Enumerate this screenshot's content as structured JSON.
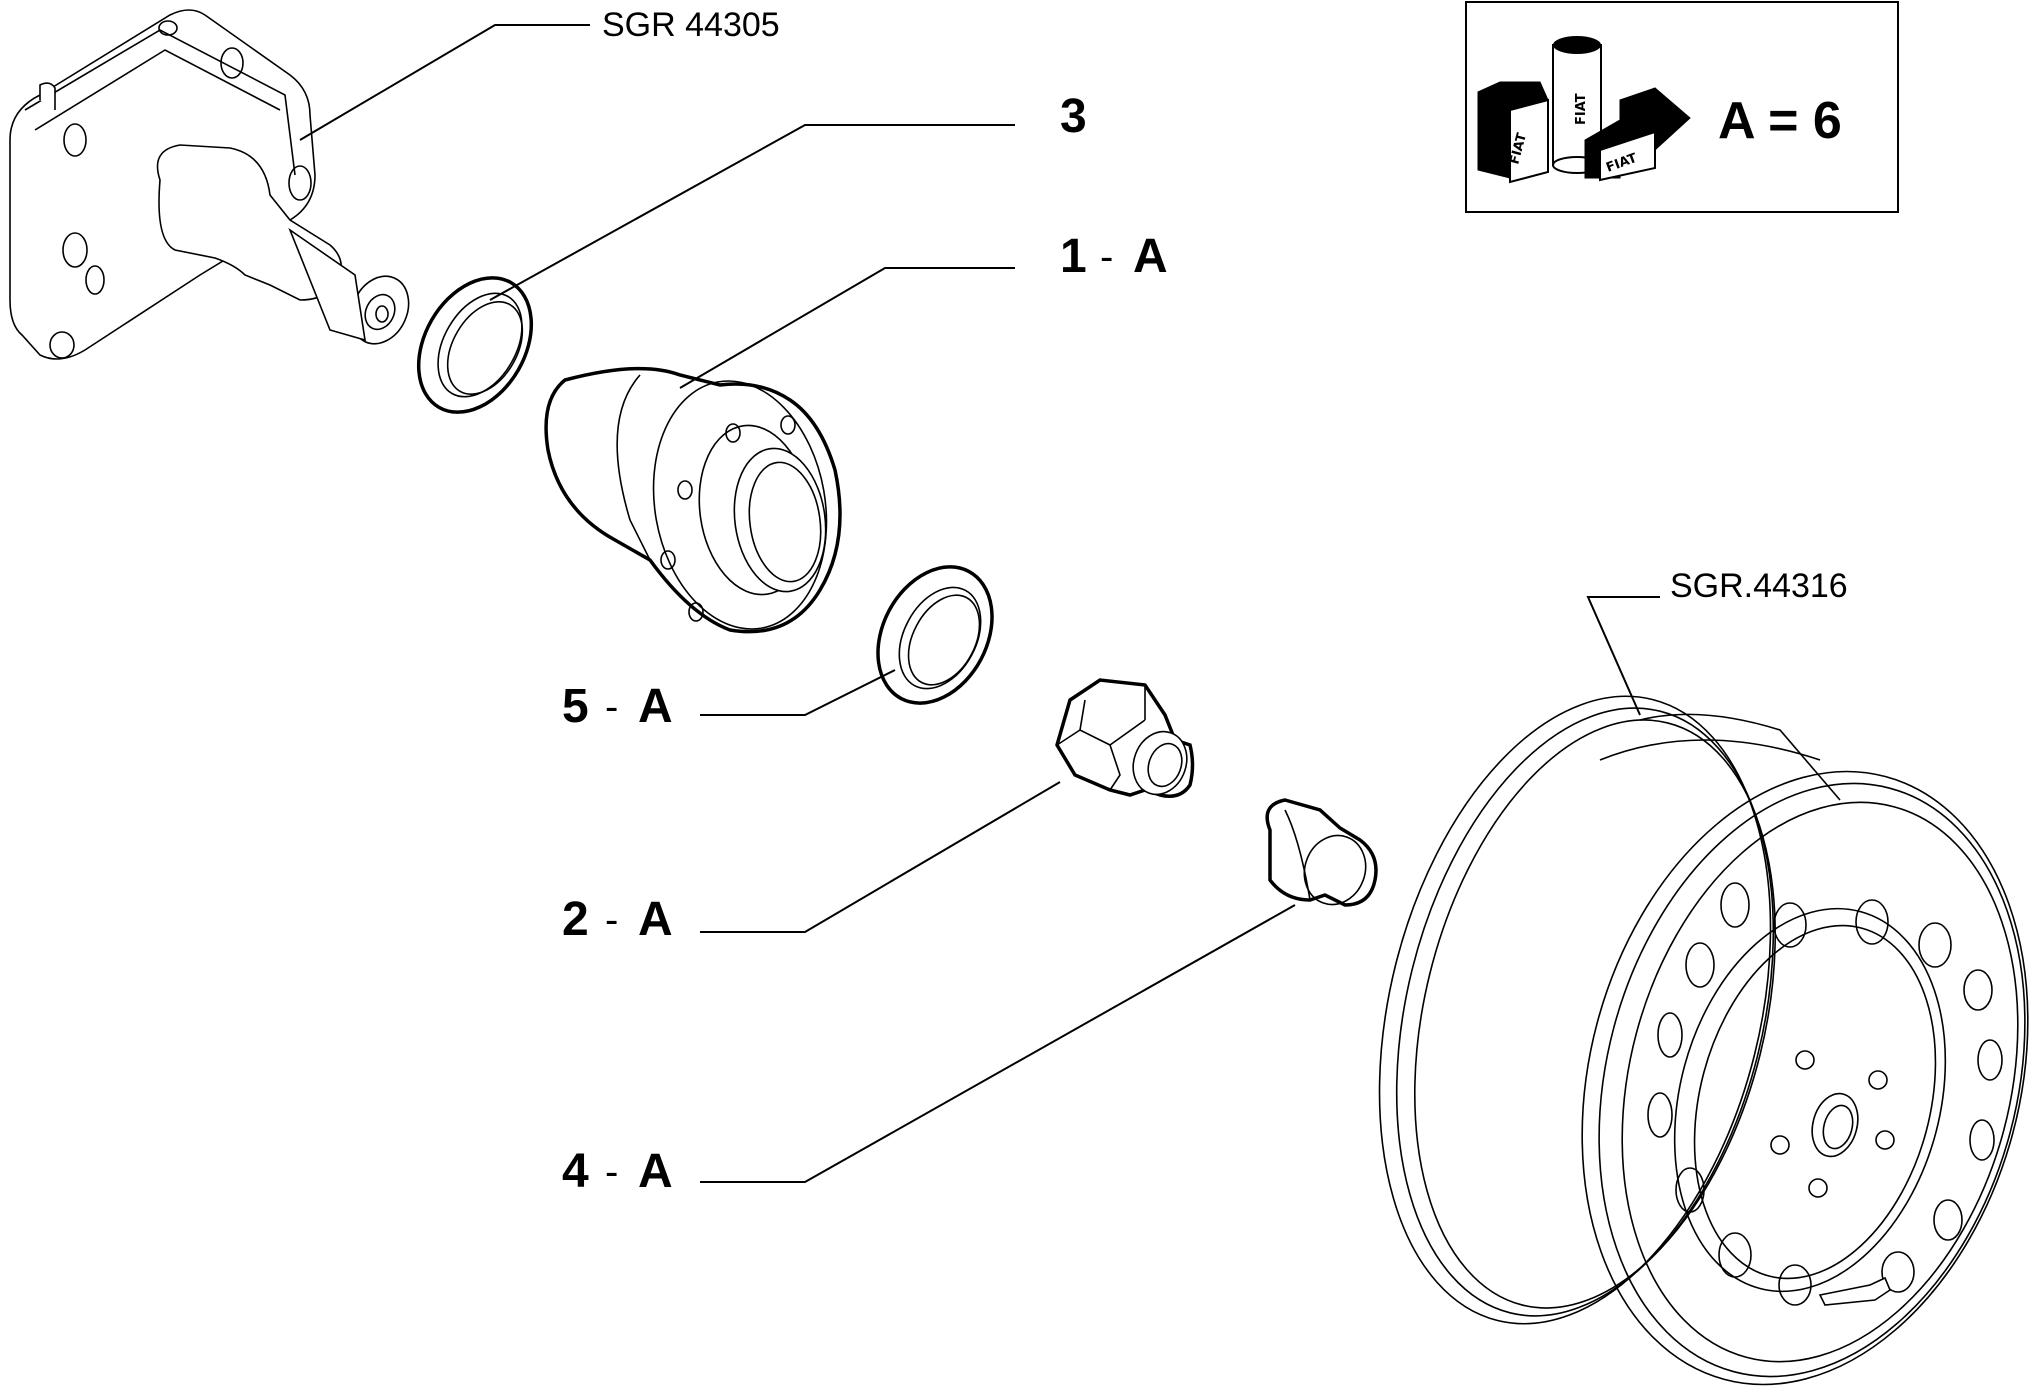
{
  "callouts": {
    "sgr_44305": "SGR 44305",
    "sgr_44316": "SGR.44316",
    "item_3": {
      "number": "3",
      "dash": "",
      "letter": ""
    },
    "item_1": {
      "number": "1",
      "dash": "-",
      "letter": "A"
    },
    "item_5": {
      "number": "5",
      "dash": "-",
      "letter": "A"
    },
    "item_2": {
      "number": "2",
      "dash": "-",
      "letter": "A"
    },
    "item_4": {
      "number": "4",
      "dash": "-",
      "letter": "A"
    }
  },
  "lubricant_box": {
    "equation": "A = 6",
    "brand_text": "FIAT",
    "icon": "fiat-lubricant-icon"
  },
  "parts_icons": [
    "stub-axle-icon",
    "bearing-ring-icon",
    "wheel-hub-icon",
    "bearing-ring-small-icon",
    "hub-nut-icon",
    "dust-cap-icon",
    "steel-wheel-icon"
  ]
}
